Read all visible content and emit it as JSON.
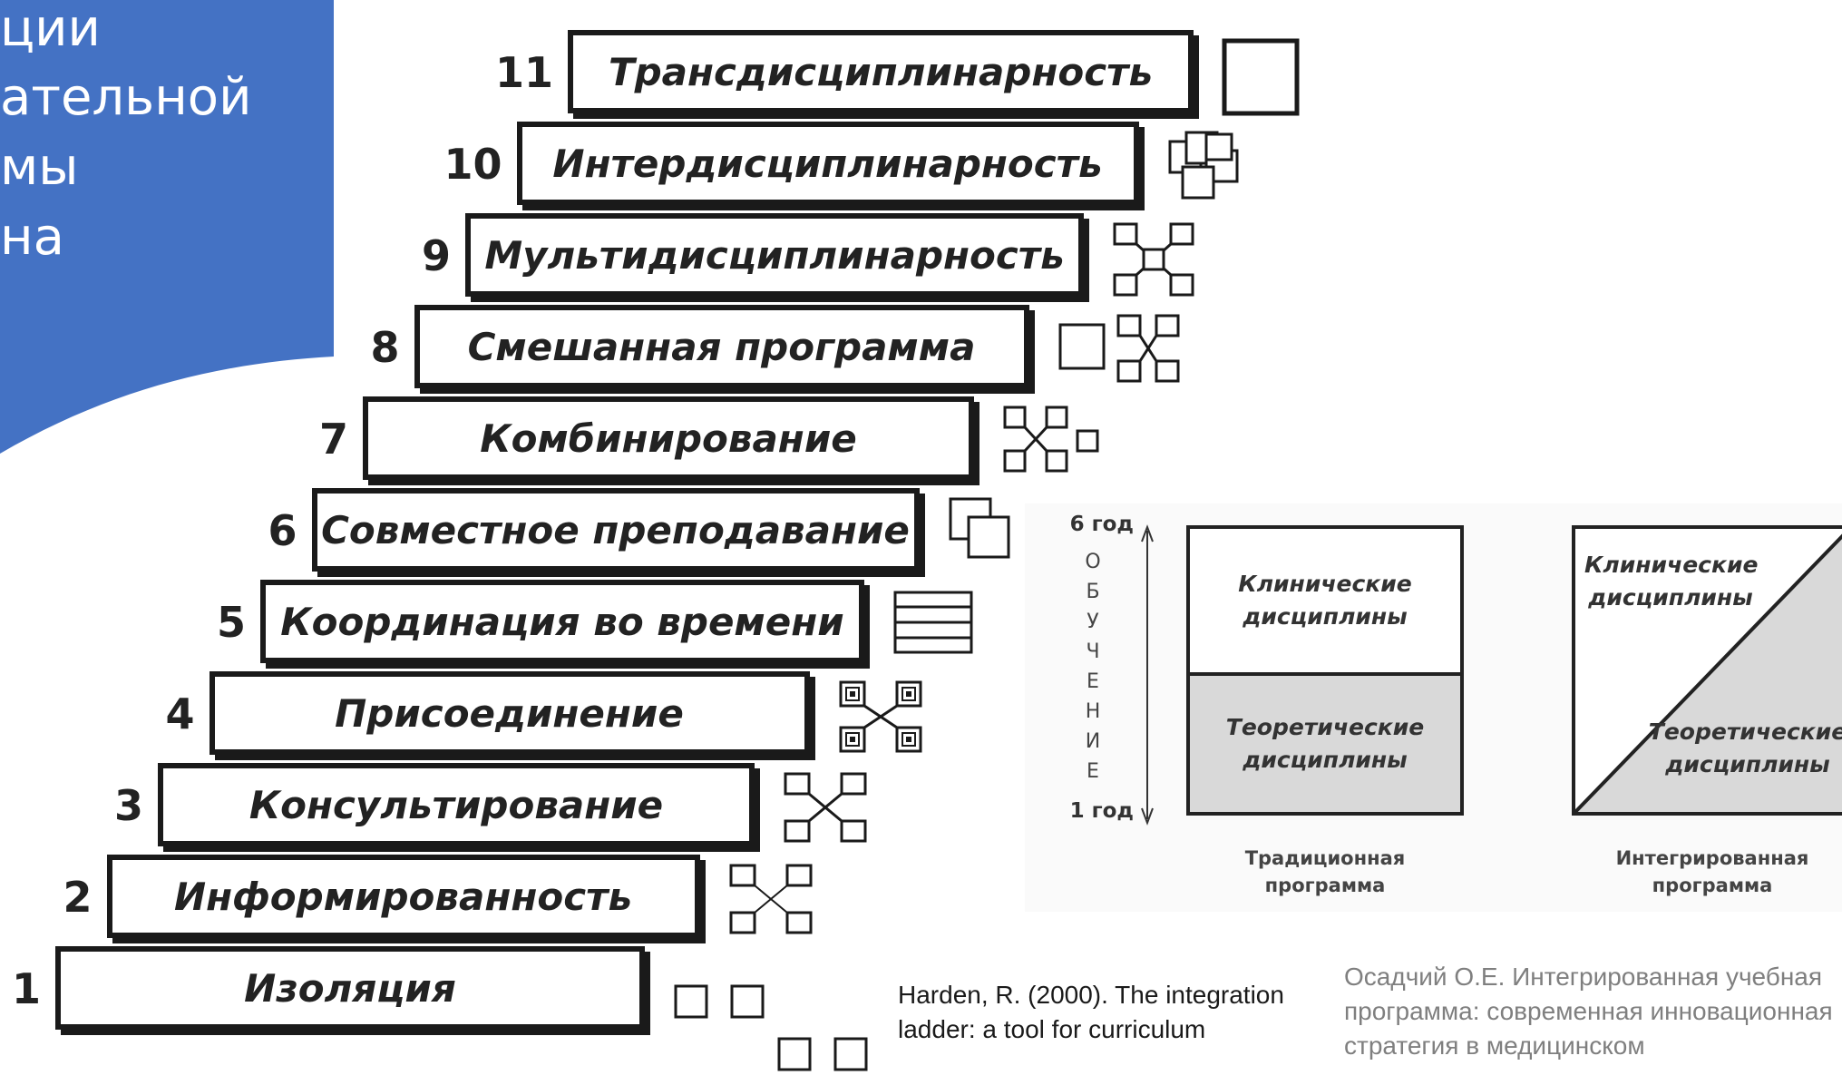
{
  "title_fragments": [
    "ции",
    "ательной",
    "мы",
    "на"
  ],
  "ladder_steps": [
    {
      "num": "1",
      "label": "Изоляция"
    },
    {
      "num": "2",
      "label": "Информированность"
    },
    {
      "num": "3",
      "label": "Консультирование"
    },
    {
      "num": "4",
      "label": "Присоединение"
    },
    {
      "num": "5",
      "label": "Координация во времени"
    },
    {
      "num": "6",
      "label": "Совместное преподавание"
    },
    {
      "num": "7",
      "label": "Комбинирование"
    },
    {
      "num": "8",
      "label": "Смешанная программа"
    },
    {
      "num": "9",
      "label": "Мультидисциплинарность"
    },
    {
      "num": "10",
      "label": "Интердисциплинарность"
    },
    {
      "num": "11",
      "label": "Трансдисциплинарность"
    }
  ],
  "step_symbols": [
    "isolated-squares-icon",
    "connected-squares-icon",
    "connected-squares-icon",
    "nested-squares-cross-icon",
    "horizontal-bars-icon",
    "overlapping-squares-icon",
    "connected-squares-icon",
    "square-plus-cross-icon",
    "central-square-cross-icon",
    "overlapping-squares-cluster-icon",
    "single-square-icon"
  ],
  "programs": {
    "axis_top": "6 год",
    "axis_bottom": "1 год",
    "axis_word": [
      "О",
      "Б",
      "У",
      "Ч",
      "Е",
      "Н",
      "И",
      "Е"
    ],
    "traditional": {
      "clinical": [
        "Клинические",
        "дисциплины"
      ],
      "theoretical": [
        "Теоретические",
        "дисциплины"
      ],
      "caption": [
        "Традиционная",
        "программа"
      ]
    },
    "integrated": {
      "clinical": [
        "Клинические",
        "дисциплины"
      ],
      "theoretical": [
        "Теоретические",
        "дисциплины"
      ],
      "caption": [
        "Интегрированная",
        "программа"
      ]
    }
  },
  "references": {
    "harden": [
      "Harden, R. (2000). The integration",
      "ladder: a tool for curriculum"
    ],
    "osadchy": [
      "Осадчий О.Е. Интегрированная учебная",
      "программа: современная инновационная",
      "стратегия в медицинском"
    ]
  },
  "colors": {
    "title_bg": "#4472c4",
    "title_text": "#ffffff",
    "ref_osadchy": "#7f7f7f",
    "ref_harden": "#1a1a1a",
    "shade": "#d9d9d9"
  }
}
